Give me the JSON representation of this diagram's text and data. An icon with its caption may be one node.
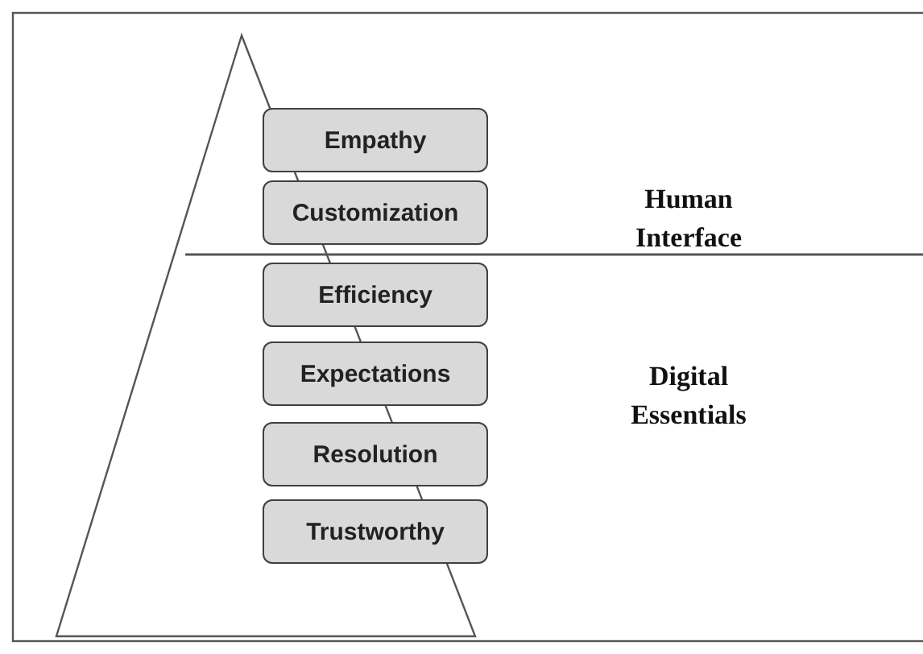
{
  "diagram": {
    "nodes": [
      {
        "text": [
          "Empathy"
        ]
      },
      {
        "text": [
          "Customization"
        ]
      },
      {
        "text": [
          "Efficiency"
        ]
      },
      {
        "text": [
          "Expectations"
        ]
      },
      {
        "text": [
          "Resolution"
        ]
      },
      {
        "text": [
          "Trustworthy"
        ]
      }
    ],
    "labels": [
      "Human Interface",
      "Digital Essentials"
    ]
  }
}
